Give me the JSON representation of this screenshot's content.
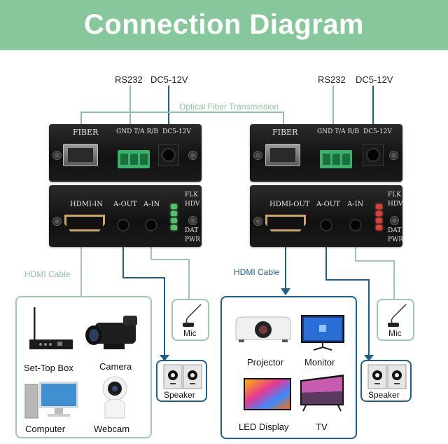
{
  "title": "Connection Diagram",
  "top_labels": {
    "rs232": "RS232",
    "dc": "DC5-12V",
    "optical": "Optical Fiber Transmission"
  },
  "transmitter": {
    "top_panel": {
      "fiber": "FIBER",
      "terminal": "GND T/A R/B",
      "dc": "DC5-12V"
    },
    "bottom_panel": {
      "hdmi": "HDMI-IN",
      "aout": "A-OUT",
      "ain": "A-IN",
      "flk": "FLK",
      "hdv": "HDV",
      "dat": "DAT",
      "pwr": "PWR"
    },
    "led_color": "#4fc36b"
  },
  "receiver": {
    "top_panel": {
      "fiber": "FIBER",
      "terminal": "GND T/A R/B",
      "dc": "DC5-12V"
    },
    "bottom_panel": {
      "hdmi": "HDMI-OUT",
      "aout": "A-OUT",
      "ain": "A-IN",
      "flk": "FLK",
      "hdv": "HDV",
      "dat": "DAT",
      "pwr": "PWR"
    },
    "led_color": "#e03b3b"
  },
  "cables": {
    "left": "HDMI Cable",
    "right": "HDMI Cable"
  },
  "sources": [
    {
      "label": "Set-Top Box",
      "icon": "set-top-box-icon"
    },
    {
      "label": "Camera",
      "icon": "camera-icon"
    },
    {
      "label": "Computer",
      "icon": "computer-icon"
    },
    {
      "label": "Webcam",
      "icon": "webcam-icon"
    }
  ],
  "displays": [
    {
      "label": "Projector",
      "icon": "projector-icon"
    },
    {
      "label": "Monitor",
      "icon": "monitor-icon"
    },
    {
      "label": "LED Display",
      "icon": "led-display-icon"
    },
    {
      "label": "TV",
      "icon": "tv-icon"
    }
  ],
  "audio": {
    "left_mic": "Mic",
    "left_speaker": "Speaker",
    "right_mic": "Mic",
    "right_speaker": "Speaker"
  },
  "colors": {
    "banner": "#86c79b",
    "green_line": "#8fc0a3",
    "blue_line": "#1f5f8b"
  }
}
